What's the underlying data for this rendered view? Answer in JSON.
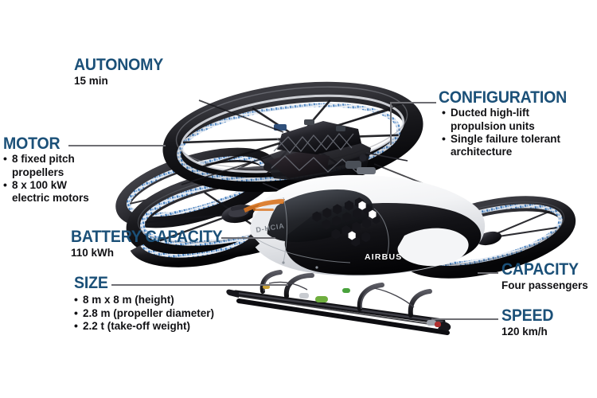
{
  "infographic": {
    "subject": "Airbus CityAirbus electric VTOL demonstrator",
    "background_color": "#ffffff",
    "accent_color": "#1b5078",
    "text_color": "#111114",
    "leader_line_color": "#6e6e73"
  },
  "callouts": [
    {
      "id": "autonomy",
      "title": "AUTONOMY",
      "value": "15 min",
      "bullets": []
    },
    {
      "id": "motor",
      "title": "MOTOR",
      "value": "",
      "bullets": [
        "8 fixed pitch",
        "propellers",
        "8 x 100 kW",
        "electric motors"
      ]
    },
    {
      "id": "configuration",
      "title": "CONFIGURATION",
      "value": "",
      "bullets": [
        "Ducted high-lift",
        "propulsion units",
        "Single failure tolerant",
        "architecture"
      ]
    },
    {
      "id": "battery_capacity",
      "title": "BATTERY CAPACITY",
      "value": "110 kWh",
      "bullets": []
    },
    {
      "id": "size",
      "title": "SIZE",
      "value": "",
      "bullets": [
        "8 m x 8 m (height)",
        "2.8 m (propeller diameter)",
        "2.2 t (take-off weight)"
      ]
    },
    {
      "id": "capacity",
      "title": "CAPACITY",
      "value": "Four passengers",
      "bullets": []
    },
    {
      "id": "speed",
      "title": "SPEED",
      "value": "120 km/h",
      "bullets": []
    }
  ],
  "aircraft": {
    "brand_text": "AIRBUS",
    "registration_text": "D-HCIA",
    "rotor_count": 8,
    "duct_count": 4
  }
}
